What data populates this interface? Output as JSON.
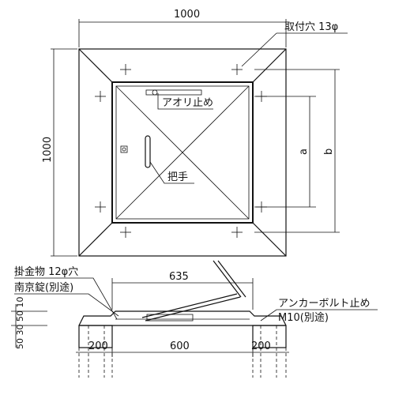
{
  "plan": {
    "width_dim": "1000",
    "height_dim": "1000",
    "mount_hole_label": "取付穴 13φ",
    "stopper_label": "アオリ止め",
    "handle_label": "把手",
    "dim_a": "a",
    "dim_b": "b"
  },
  "section": {
    "hasp_label": "掛金物 12φ穴",
    "lock_label": "南京錠(別途)",
    "anchor_label": "アンカーボルト止め",
    "anchor_spec": "M10(別途)",
    "opening_dim": "635",
    "left_support_dim": "200",
    "center_dim": "600",
    "right_support_dim": "200",
    "vertical_dims": "50 30 50 10"
  }
}
